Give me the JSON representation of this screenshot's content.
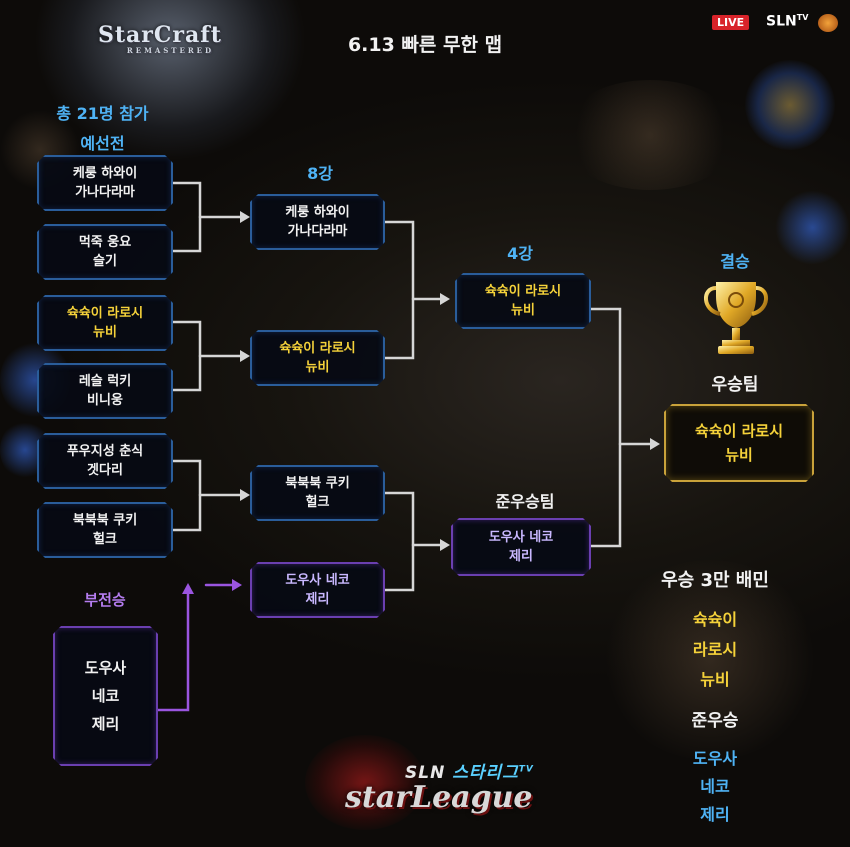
{
  "header": {
    "logo": "StarCraft",
    "logo_sub": "REMASTERED",
    "title": "6.13 빠른 무한 맵",
    "live_badge": "LIVE",
    "channel": "SLN",
    "channel_sup": "TV"
  },
  "left": {
    "participants": "총 21명 참가",
    "prelim_label": "예선전",
    "losers_label": "부전승"
  },
  "rounds": {
    "quarterfinal": "8강",
    "semifinal": "4강",
    "final": "결승",
    "winner_label": "우승팀",
    "runnerup_label": "준우승팀"
  },
  "prelims": [
    {
      "line1": "케룽 하와이",
      "line2": "가나다라마",
      "tone": "white"
    },
    {
      "line1": "먹죽 웅요",
      "line2": "슬기",
      "tone": "white"
    },
    {
      "line1": "슉슉이 라로시",
      "line2": "뉴비",
      "tone": "yellow"
    },
    {
      "line1": "레슬 럭키",
      "line2": "비니웅",
      "tone": "white"
    },
    {
      "line1": "푸우지성 춘식",
      "line2": "겟다리",
      "tone": "white"
    },
    {
      "line1": "북북북 쿠키",
      "line2": "헐크",
      "tone": "white"
    }
  ],
  "bye_team": {
    "line1": "도우사",
    "line2": "네코",
    "line3": "제리"
  },
  "quarter": [
    {
      "line1": "케룽 하와이",
      "line2": "가나다라마",
      "tone": "white"
    },
    {
      "line1": "슉슉이 라로시",
      "line2": "뉴비",
      "tone": "yellow"
    },
    {
      "line1": "북북북 쿠키",
      "line2": "헐크",
      "tone": "white"
    },
    {
      "line1": "도우사 네코",
      "line2": "제리",
      "tone": "lav"
    }
  ],
  "semi": [
    {
      "line1": "슉슉이 라로시",
      "line2": "뉴비",
      "tone": "yellow"
    },
    {
      "line1": "도우사 네코",
      "line2": "제리",
      "tone": "lav"
    }
  ],
  "champion": {
    "line1": "슉슉이 라로시",
    "line2": "뉴비"
  },
  "prize": {
    "title": "우승 3만 배민",
    "winners": [
      "슉슉이",
      "라로시",
      "뉴비"
    ],
    "runnerup_title": "준우승",
    "runnerups": [
      "도우사",
      "네코",
      "제리"
    ]
  },
  "footer": {
    "brand_w": "SLN",
    "brand_c": "스타리그",
    "brand_sup": "TV",
    "league": "starLeague"
  },
  "colors": {
    "box_border": "#2a5d9a",
    "bye_border": "#6a3fb0",
    "champion_border": "#c9a23a",
    "label_blue": "#4fb3f5",
    "name_yellow": "#f5d23a",
    "bye_label": "#b57df0"
  }
}
